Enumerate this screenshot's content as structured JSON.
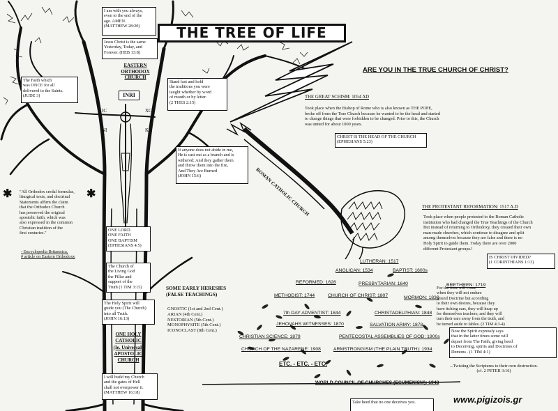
{
  "title": "THE TREE OF LIFE",
  "question": "ARE YOU IN THE TRUE CHURCH OF CHRIST?",
  "inscription": "INRI",
  "greek": {
    "ic": "IC",
    "xc": "XC",
    "ni": "NI",
    "ka": "KA"
  },
  "trunk_label": "EASTERN\nORTHODOX\nCHURCH",
  "quote_matthew": "I am with you always,\neven to the end of the\nage.  AMEN.\n(MATTHEW 28:20)",
  "quote_hebrews": "Jesus Christ is the same\nYesterday, Today, and\nForever. (HEB 13:8)",
  "quote_jude": "The Faith which\nwas ONCE for all\ndelivered to the Saints.\n(JUDE 3)",
  "quote_thess": "Stand fast and hold\nthe traditions you were\ntaught whether by word\nof mouth or by letter.\n(2 THES 2:15)",
  "quote_john15": "If anyone does not abide in me,\nHe is cast out as  a branch and is\nwithered; And they gather them\nand throw them into the fire,\nAnd They Are Burned\n(JOHN 15:6)",
  "quote_orthodox": "\"All Orthodox credal formulas,\nliturgical texts, and doctrinal\nStatements affirm the claim\nthat the Orthodox Church\nhas preserved the original\napostolic faith, which was\nalso expressed in the common\nChristian tradition of the\nfirst centuries.\"",
  "quote_source": "- Encyclopedia Britannica,\n# article on Eastern Orthodoxy",
  "one_lord": "ONE LORD\nONE FAITH\nONE BAPTISM\n(EPHESIANS 4:5)",
  "living_god": "The Church of\nthe Living God\nthe Pillar and\nsupport of the\nTruth (1 TIM 3:15)",
  "holy_spirit": "The Holy Spirit will\nguide you (The Church)\ninto all Truth.\n(JOHN 16:13)",
  "one_holy": "ONE  HOLY\nCATHOLIC\n(Ie. Universal)\nAPOSTOLIC\nCHURCH",
  "build_church": "I will build my Church\nand the gates of Hell\nshall not overpower it.\n(MATTHEW 16:18)",
  "heresies_title": "SOME EARLY HERESIES\n(FALSE TEACHINGS)",
  "heresies": "GNOSTIC (1st and 2nd Cent.)\nARIAN (4th Cent.)\nNESTORIAN (5th Cent.)\nMONOPHYSITE (5th Cent.)\nICONOCLAST (8th Cent.)",
  "schism_title": "THE GREAT SCHISM: 1054 AD",
  "schism_text": "Took place when the Bishop of Rome who is also known as THE POPE,\nbroke off from the True Church because he wanted to be the head and started\nto change things that were forbidden to be changed. Prior to this, the Church\nwas united for about 1000 years.",
  "head_church": "CHRIST IS THE HEAD OF THE CHURCH\n(EPHESIANS 5:23)",
  "roman_branch": "ROMAN CATHOLIC CHURCH",
  "reformation_title": "THE PROTESTANT REFORMATION: 1517 A.D",
  "reformation_text": "Took place when people protested to the Roman Catholic\ninstitution who had changed the True Teachings of the Church\nBut instead of returning to Orthodoxy, they created their own\nman-made churches, which continue to disagree and split\namong themselves because they are false and there is no\nHoly Spirit to guide them. Today there are over 2000\ndifferent Protestant groups.!",
  "divided": "IS CHRIST DIVIDED?\n(1 CORINTHIANS 1:13)",
  "denominations": {
    "lutheran": "LUTHERAN: 1517",
    "anglican": "ANGLICAN: 1534",
    "baptist": "BAPTIST: 1600s",
    "reformed": "REFORMED: 1628",
    "presbyterian": "PRESBYTARIAN: 1640",
    "brethren": "BRETHREN: 1719",
    "methodist": "METHODIST: 1744",
    "church_of_christ": "CHURCH OF CHRIST: 1807",
    "mormon": "MORMON: 1830",
    "adventist": "7th DAY ADVENTIST: 1844",
    "christadelphian": "CHRISTADELPHIAN: 1848",
    "jehovah": "JEHOVAHS WITNESSES: 1870",
    "salvation": "SALVATION ARMY: 1878",
    "science": "CHRISTIAN SCIENCE: 1879",
    "pentecostal": "PENTECOSTAL ASSEMBLIES OF GOD: 1900s",
    "nazarene": "CHURCH OF THE NAZARENE: 1908",
    "armstrong": "ARMSTRONGISM (THE PLAIN TRUTH): 1934",
    "etc": "ETC. - ETC. - ETC."
  },
  "sound_doctrine": "For the time will come\nwhen they will not endure\nSound Doctrine but according\nto their own desires, because they\nhave itching ears, they will heap up\nfor themselves teachers; and they will\nturn their ears away from the truth, and\nbe turned aside to fables. (2 TIM 4:3-4)",
  "spirit_says": "Now the Spirit  expressly says\nthat in the latter times some will\ndepart from The Faith, giving heed\nto Deceiving, spirits and Doctrines of\nDemons . (1 TIM 4:1)",
  "twisting": "...Twisting the Scriptures to their own destruction.\n(cf. 2 PETER 3:16)",
  "wcc": "WORLD COUNCIL OF CHURCHES (ECUMENISM): 1948",
  "take_heed": "Take heed that no one deceives you.",
  "watermark": "www.pigizois.gr"
}
